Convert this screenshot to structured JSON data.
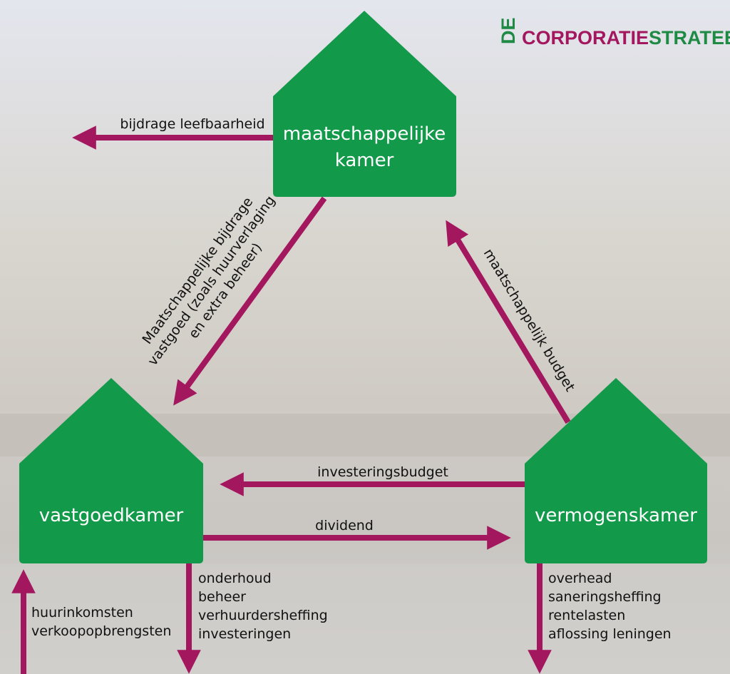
{
  "logo": {
    "prefix": "DE",
    "part1": "CORPORATIE",
    "part2": "STRATEEG"
  },
  "colors": {
    "house": "#12994a",
    "arrow": "#a3175f",
    "logo_red": "#a3175f",
    "logo_green": "#1e8a44"
  },
  "houses": {
    "top": {
      "line1": "maatschappelijke",
      "line2": "kamer"
    },
    "left": {
      "label": "vastgoedkamer"
    },
    "right": {
      "label": "vermogenskamer"
    }
  },
  "arrows": {
    "leefbaarheid": "bijdrage leefbaarheid",
    "diag_left": [
      "Maatschappelijke bijdrage",
      "vastgoed (zoals huurverlaging",
      "en extra beheer)"
    ],
    "diag_right": "maatschappelijk budget",
    "investeringsbudget": "investeringsbudget",
    "dividend": "dividend",
    "income": [
      "huurinkomsten",
      "verkoopopbrengsten"
    ],
    "vastgoed_out": [
      "onderhoud",
      "beheer",
      "verhuurdersheffing",
      "investeringen"
    ],
    "vermogen_out": [
      "overhead",
      "saneringsheffing",
      "rentelasten",
      "aflossing leningen"
    ]
  }
}
